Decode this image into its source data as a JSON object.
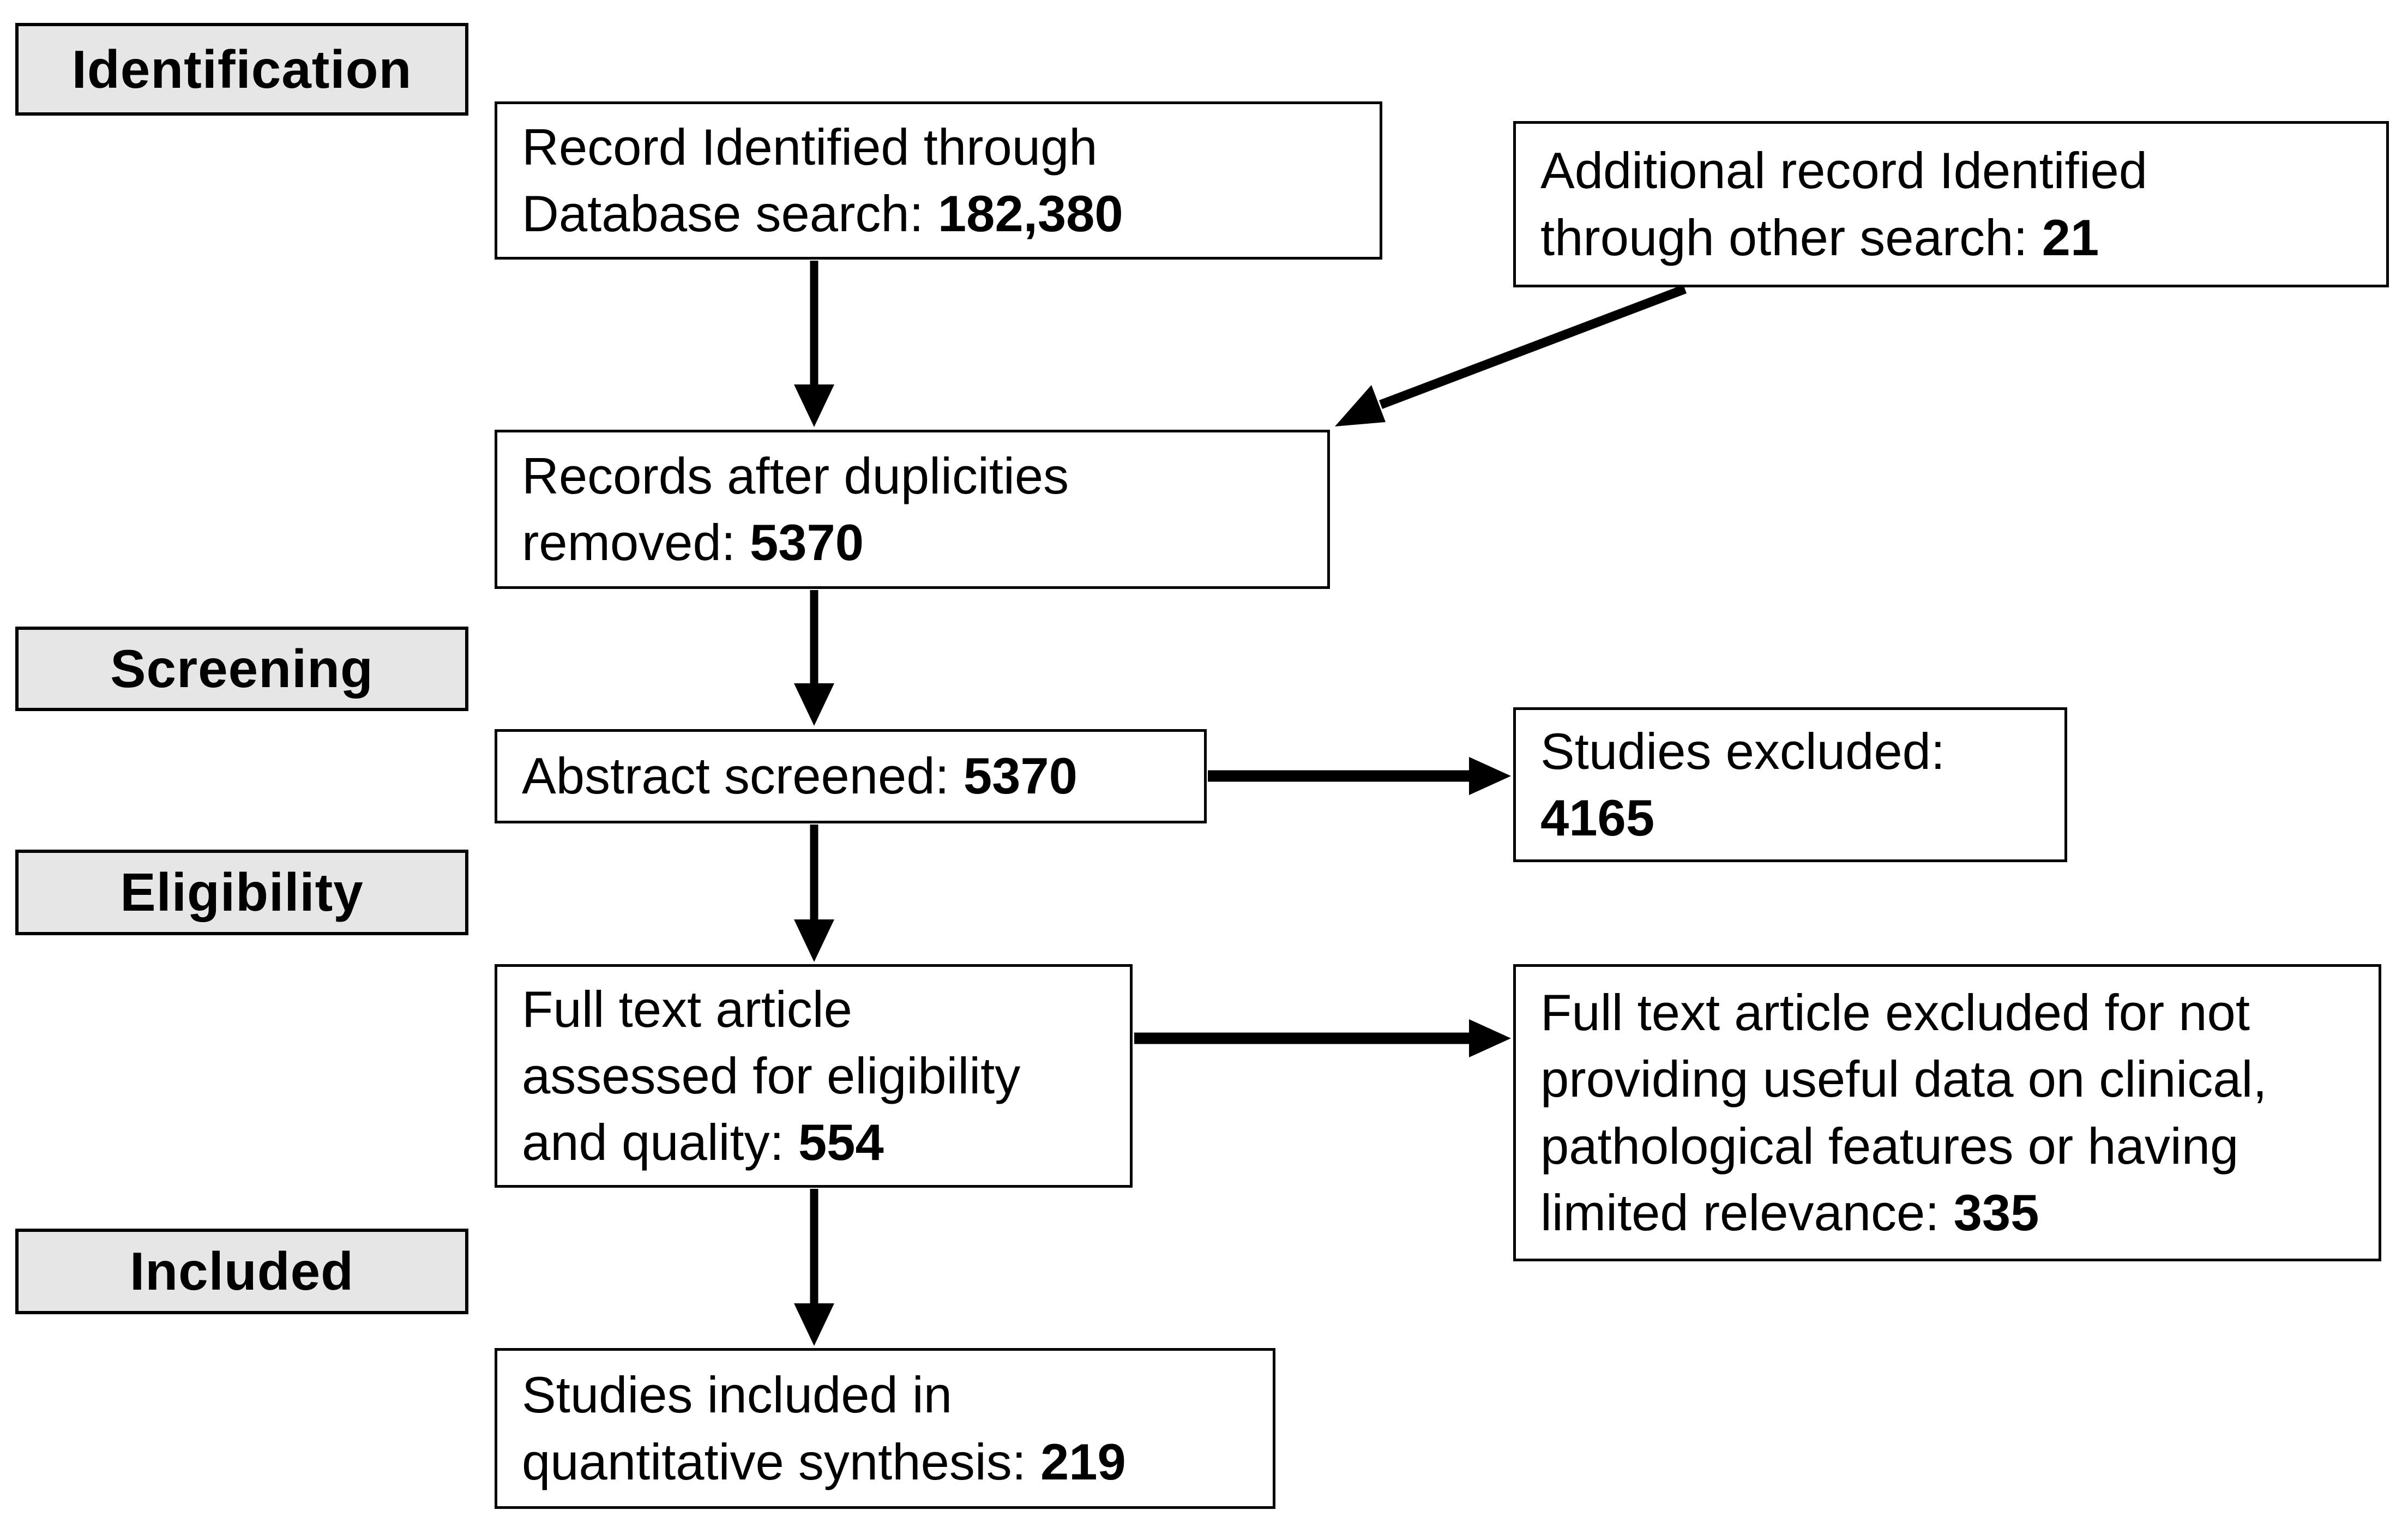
{
  "stage_labels": {
    "identification": "Identification",
    "screening": "Screening",
    "eligibility": "Eligibility",
    "included": "Included"
  },
  "boxes": {
    "record_identified": {
      "text": "Record Identified through\nDatabase search: ",
      "value": "182,380"
    },
    "additional_records": {
      "text": "Additional record Identified\nthrough other search: ",
      "value": "21"
    },
    "after_duplicates": {
      "text": "Records after duplicities\nremoved: ",
      "value": "5370"
    },
    "abstract_screened": {
      "text": "Abstract screened: ",
      "value": "5370"
    },
    "studies_excluded": {
      "text": "Studies excluded:\n",
      "value": "4165"
    },
    "fulltext_assessed": {
      "text": "Full text article\nassessed for eligibility\nand quality: ",
      "value": "554"
    },
    "fulltext_excluded": {
      "text": "Full text article excluded for not\nproviding useful data on clinical,\npathological features or having\nlimited relevance: ",
      "value": "335"
    },
    "included_synthesis": {
      "text": "Studies included in\nquantitative synthesis: ",
      "value": "219"
    }
  },
  "connections": [
    {
      "from": "record_identified",
      "to": "after_duplicates"
    },
    {
      "from": "additional_records",
      "to": "after_duplicates"
    },
    {
      "from": "after_duplicates",
      "to": "abstract_screened"
    },
    {
      "from": "abstract_screened",
      "to": "studies_excluded"
    },
    {
      "from": "abstract_screened",
      "to": "fulltext_assessed"
    },
    {
      "from": "fulltext_assessed",
      "to": "fulltext_excluded"
    },
    {
      "from": "fulltext_assessed",
      "to": "included_synthesis"
    }
  ],
  "colors": {
    "background": "#ffffff",
    "stage_fill": "#e6e6e6",
    "box_fill": "#ffffff",
    "border": "#000000",
    "arrow": "#000000",
    "text": "#000000"
  }
}
